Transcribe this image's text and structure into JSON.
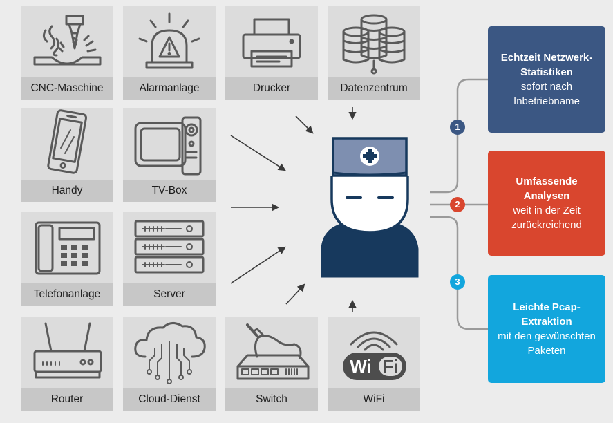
{
  "devices": [
    {
      "label": "CNC-Maschine",
      "icon": "cnc-machine-icon"
    },
    {
      "label": "Alarmanlage",
      "icon": "alarm-light-icon"
    },
    {
      "label": "Drucker",
      "icon": "printer-icon"
    },
    {
      "label": "Datenzentrum",
      "icon": "datacenter-icon"
    },
    {
      "label": "Handy",
      "icon": "smartphone-icon"
    },
    {
      "label": "TV-Box",
      "icon": "tv-box-icon"
    },
    {
      "label": "Telefonanlage",
      "icon": "desk-phone-icon"
    },
    {
      "label": "Server",
      "icon": "server-rack-icon"
    },
    {
      "label": "Router",
      "icon": "router-icon"
    },
    {
      "label": "Cloud-Dienst",
      "icon": "cloud-service-icon"
    },
    {
      "label": "Switch",
      "icon": "network-switch-icon"
    },
    {
      "label": "WiFi",
      "icon": "wifi-icon"
    }
  ],
  "wifi_logo": {
    "left": "Wi",
    "right": "Fi"
  },
  "center": {
    "icon": "medic-person-icon"
  },
  "features": [
    {
      "number": "1",
      "bold": "Echtzeit Netzwerk-Statistiken",
      "desc": "sofort nach Inbetriebname",
      "color": "#3b5783"
    },
    {
      "number": "2",
      "bold": "Umfassende Analysen",
      "desc": "weit in der Zeit zurückreichend",
      "color": "#d9462e"
    },
    {
      "number": "3",
      "bold": "Leichte Pcap-Extraktion",
      "desc": "mit den gewünschten Paketen",
      "color": "#12a6dd"
    }
  ],
  "colors": {
    "background": "#ececec",
    "tile": "#dcdcdc",
    "tile_label": "#c7c7c7",
    "icon_stroke": "#5a5a5a",
    "person_dark": "#17395d",
    "hat": "#7e8fb0"
  }
}
